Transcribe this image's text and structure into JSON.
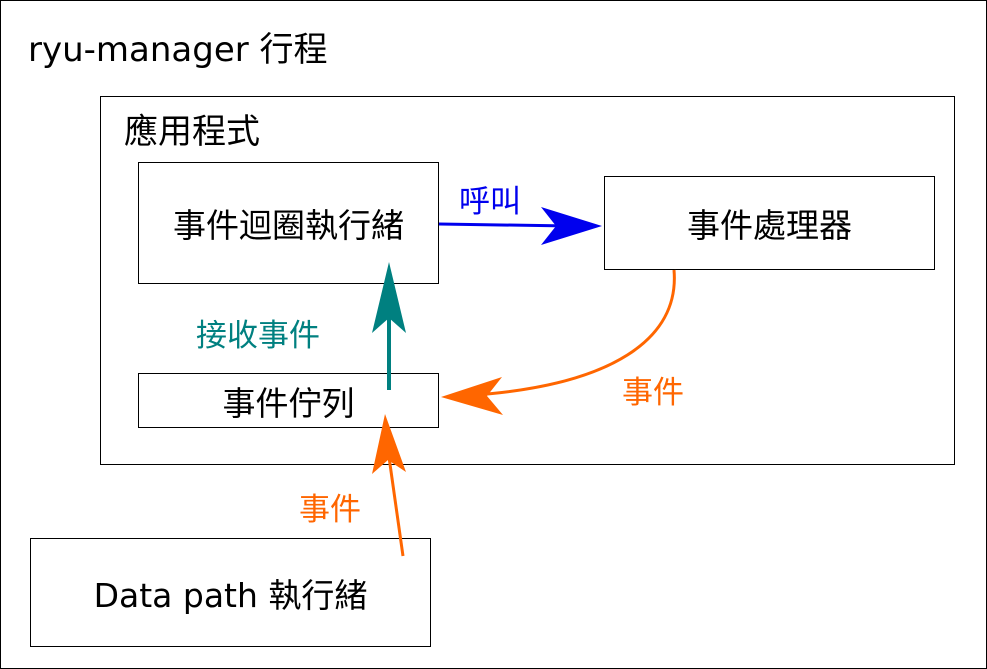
{
  "process": {
    "title": "ryu-manager 行程"
  },
  "application": {
    "title": "應用程式"
  },
  "nodes": {
    "event_loop": "事件迴圈執行緒",
    "handler": "事件處理器",
    "queue": "事件佇列",
    "datapath": "Data path 執行緒"
  },
  "edges": {
    "call": "呼叫",
    "receive": "接收事件",
    "event_handler_to_queue": "事件",
    "event_datapath_to_queue": "事件"
  },
  "colors": {
    "call": "#0000ee",
    "receive": "#008080",
    "event": "#ff6600"
  }
}
